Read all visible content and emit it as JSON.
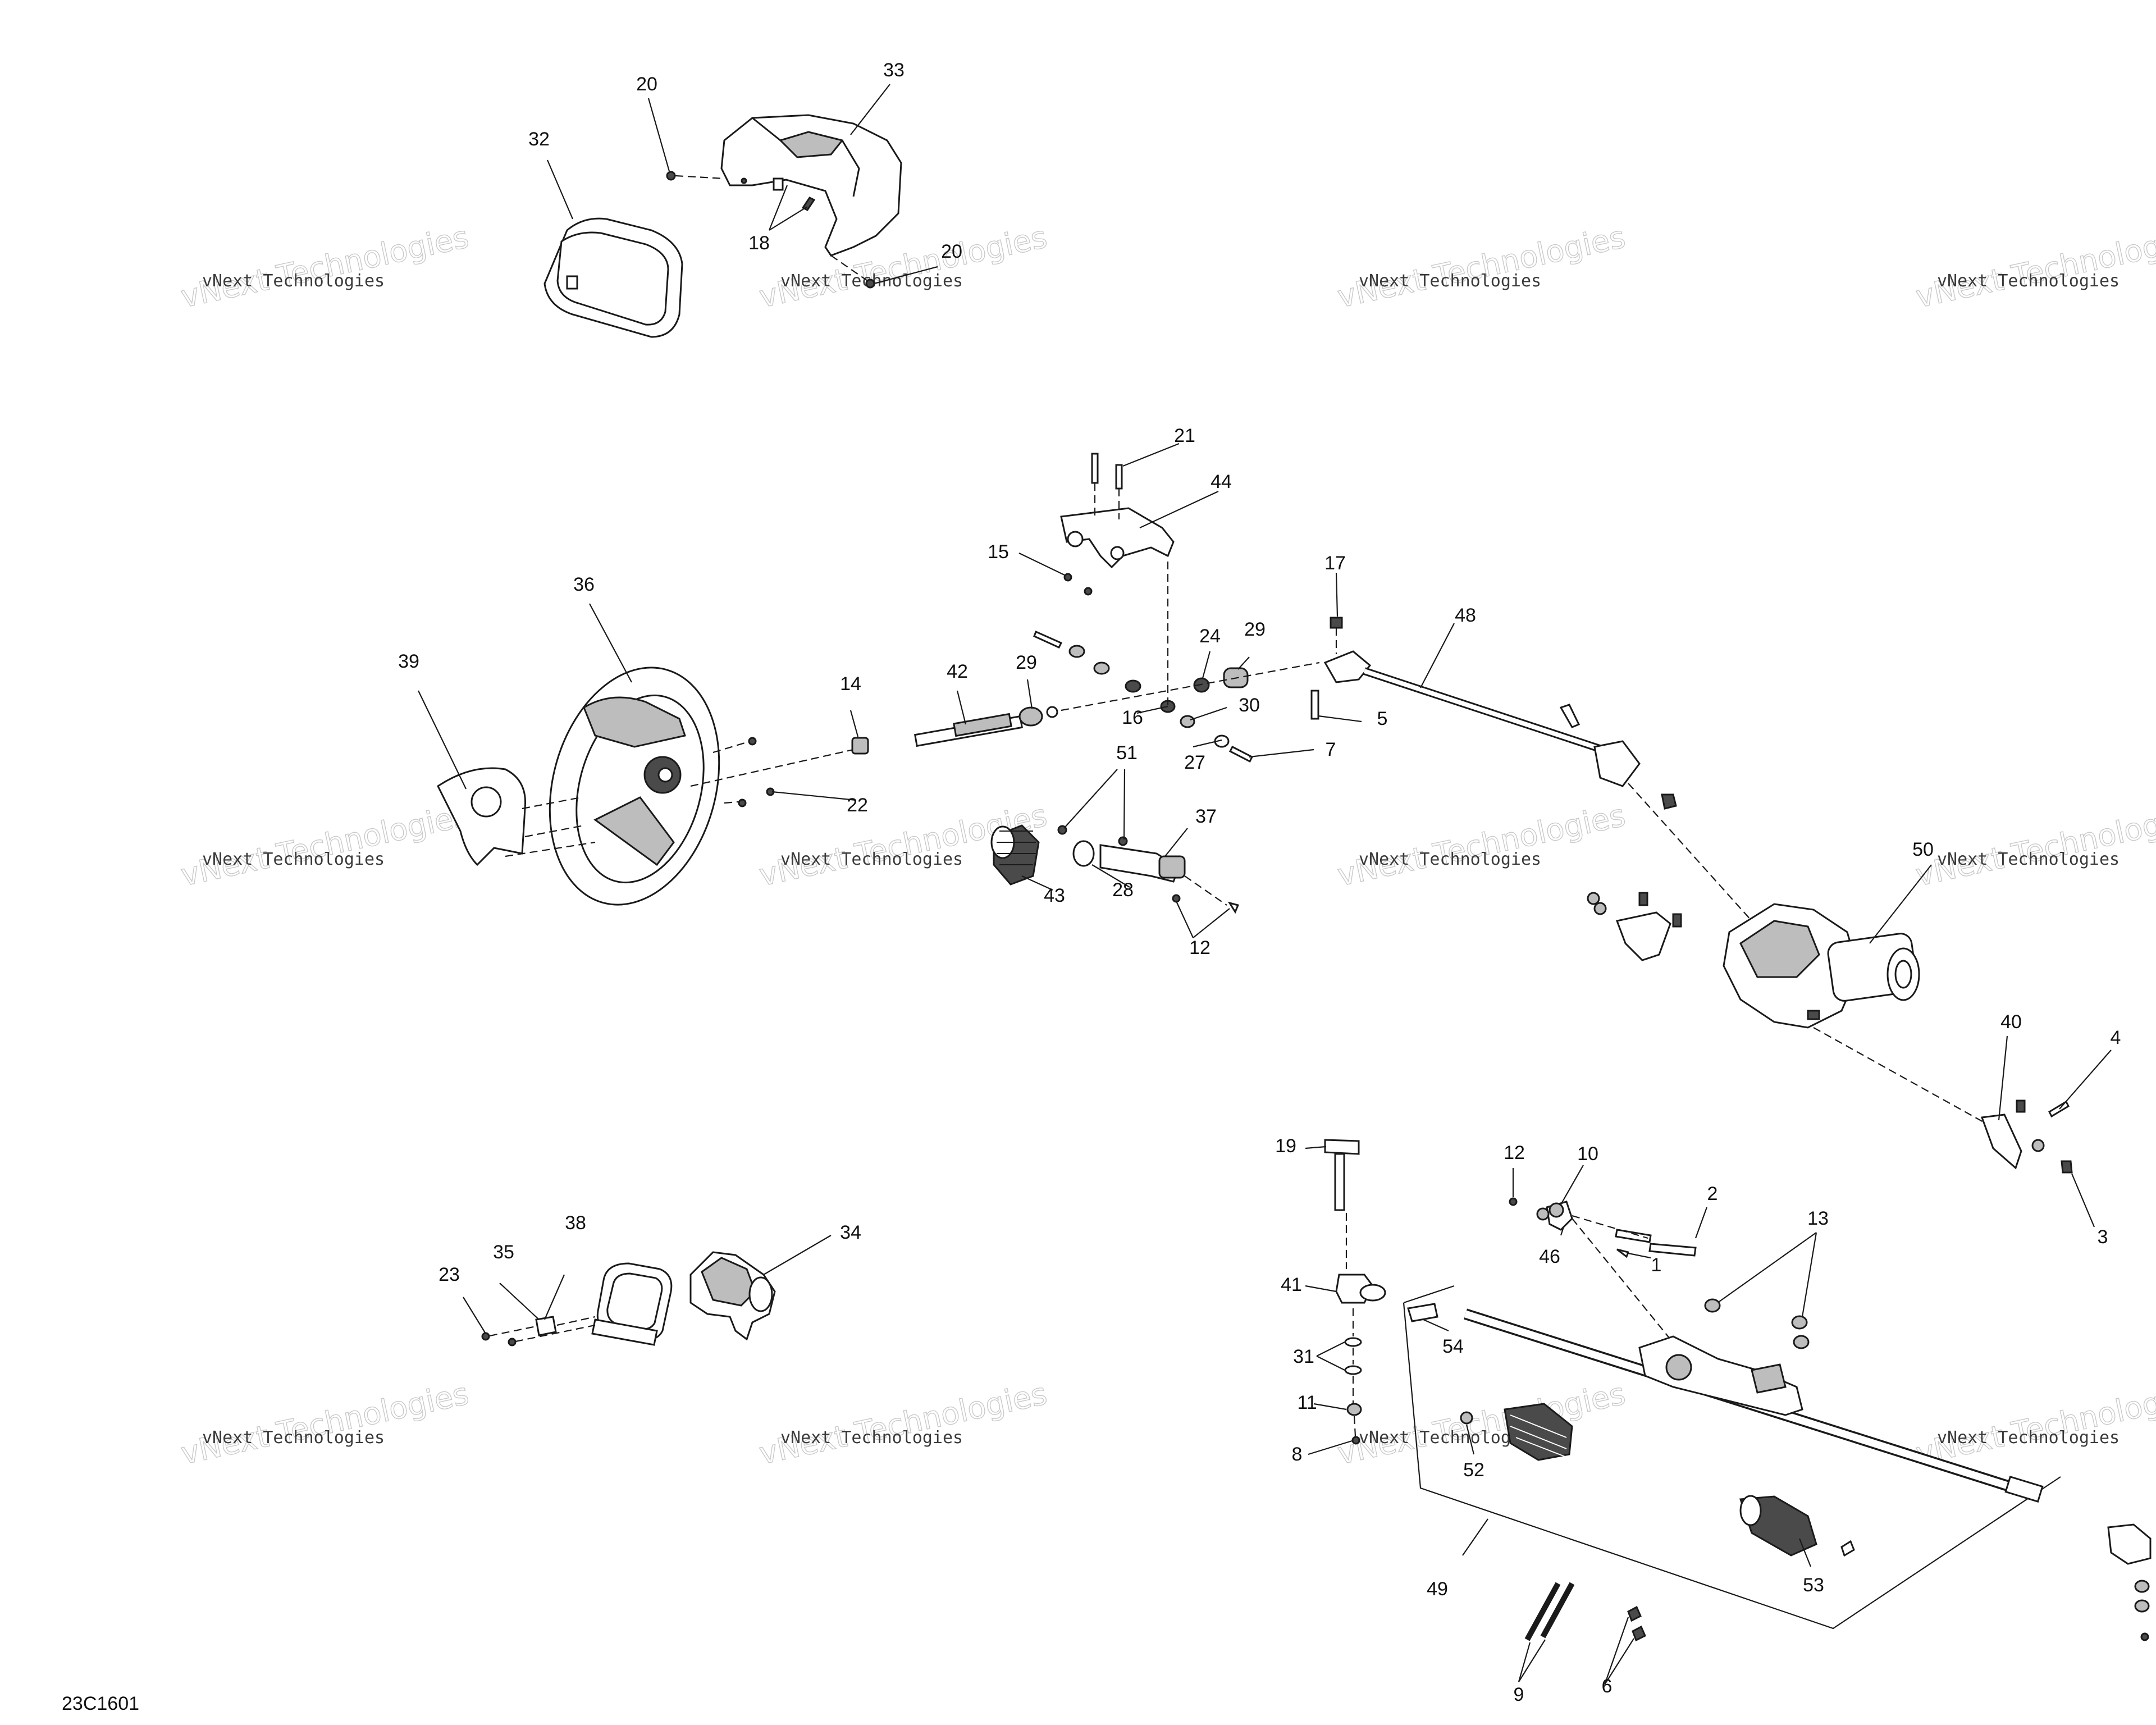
{
  "diagram_code": "23C1601",
  "watermark": {
    "line1": "vNext Technologies",
    "line2": "vNext Technologies"
  },
  "callouts": {
    "c1": "1",
    "c2": "2",
    "c3": "3",
    "c4": "4",
    "c5": "5",
    "c6": "6",
    "c7": "7",
    "c8": "8",
    "c9": "9",
    "c10": "10",
    "c11": "11",
    "c12a": "12",
    "c12b": "12",
    "c13": "13",
    "c14": "14",
    "c15": "15",
    "c16": "16",
    "c17": "17",
    "c18": "18",
    "c19": "19",
    "c20a": "20",
    "c20b": "20",
    "c21": "21",
    "c22": "22",
    "c23": "23",
    "c24": "24",
    "c27": "27",
    "c28": "28",
    "c29a": "29",
    "c29b": "29",
    "c30": "30",
    "c31": "31",
    "c32": "32",
    "c33": "33",
    "c34": "34",
    "c35": "35",
    "c36": "36",
    "c37": "37",
    "c38": "38",
    "c39": "39",
    "c40": "40",
    "c41": "41",
    "c42": "42",
    "c43": "43",
    "c44": "44",
    "c46": "46",
    "c48": "48",
    "c49": "49",
    "c50": "50",
    "c51": "51",
    "c52": "52",
    "c53": "53",
    "c54": "54"
  }
}
